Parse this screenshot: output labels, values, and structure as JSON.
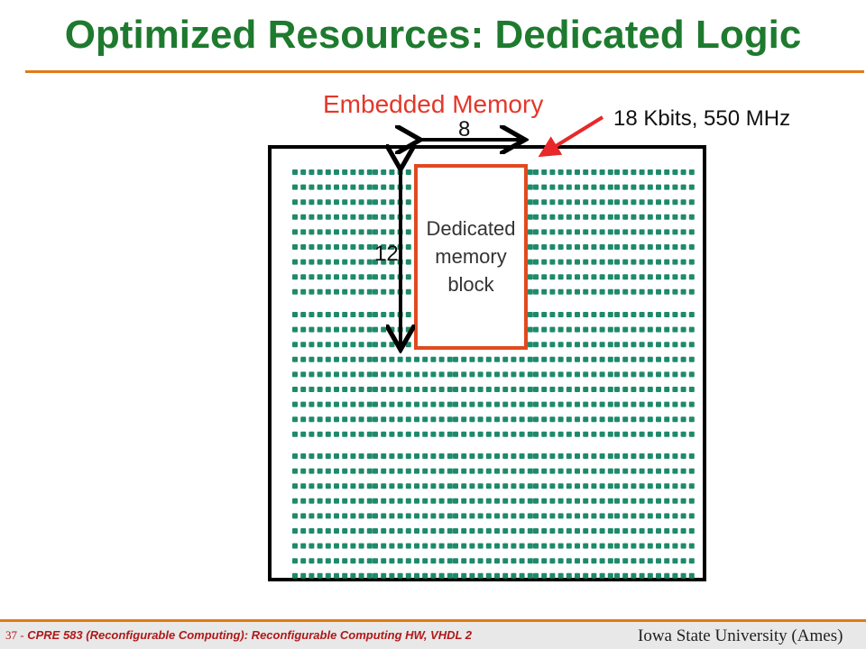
{
  "slide": {
    "title": "Optimized Resources: Dedicated Logic",
    "embedded_memory_label": "Embedded Memory",
    "spec_label": "18 Kbits, 550 MHz",
    "width_label": "8",
    "height_label": "12",
    "block_label_lines": [
      "Dedicated",
      "memory",
      "block"
    ]
  },
  "footer": {
    "slide_number": "37 -",
    "course_text": "CPRE 583 (Reconfigurable Computing):  Reconfigurable Computing HW, VHDL 2",
    "institution": "Iowa State University (Ames)"
  },
  "colors": {
    "title": "#1e7a2e",
    "accent_rule": "#e07a16",
    "memory_outline": "#e04a20",
    "pointer_arrow": "#e8282a",
    "logic_cell": "#1f8a6a"
  }
}
